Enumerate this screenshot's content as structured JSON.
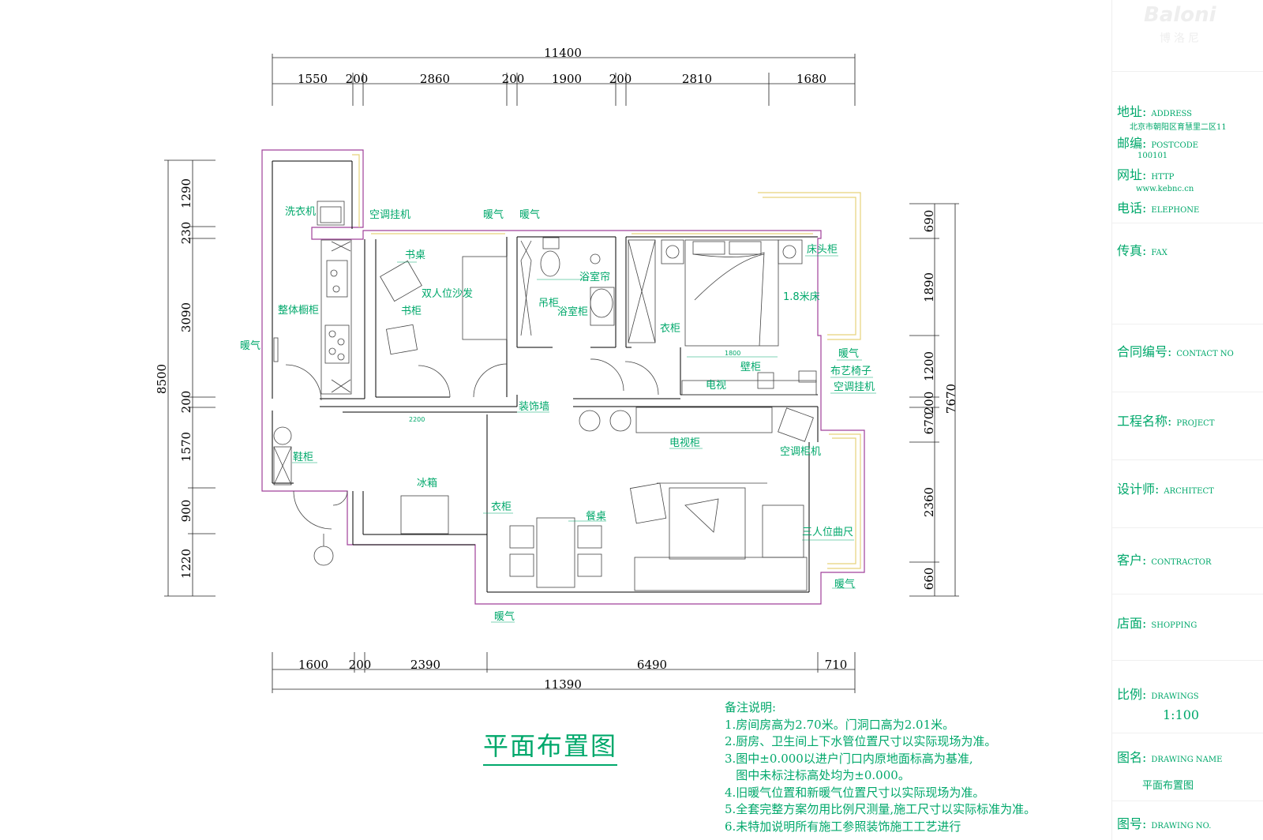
{
  "drawing": {
    "title": "平面布置图",
    "dims_top_total": "11400",
    "dims_top": [
      "1550",
      "200",
      "2860",
      "200",
      "1900",
      "200",
      "2810",
      "1680"
    ],
    "dims_bottom_total": "11390",
    "dims_bottom": [
      "1600",
      "200",
      "2390",
      "6490",
      "710"
    ],
    "dims_left_total": "8500",
    "dims_left": [
      "1290",
      "230",
      "3090",
      "200",
      "1570",
      "900",
      "1220"
    ],
    "dims_right_total": "7670",
    "dims_right": [
      "690",
      "1890",
      "1200",
      "200",
      "670",
      "2360",
      "660"
    ],
    "room_labels": {
      "washer": "洗衣机",
      "ac_hanger_1": "空调挂机",
      "heater_1": "暖气",
      "heater_2": "暖气",
      "desk": "书桌",
      "loveseat": "双人位沙发",
      "bookcase": "书柜",
      "kitchen_cabinet": "整体橱柜",
      "heater_left": "暖气",
      "shower_curtain": "浴室帘",
      "hanging_cabinet": "吊柜",
      "bath_cabinet": "浴室柜",
      "nightstand": "床头柜",
      "bed": "1.8米床",
      "wardrobe_1": "衣柜",
      "heater_right": "暖气",
      "fabric_chair": "布艺椅子",
      "ac_hanger_2": "空调挂机",
      "wall_cabinet": "壁柜",
      "tv": "电视",
      "deco_wall": "装饰墙",
      "tv_cabinet": "电视柜",
      "ac_cabinet": "空调柜机",
      "shoe_cabinet": "鞋柜",
      "fridge": "冰箱",
      "wardrobe_2": "衣柜",
      "dining_table": "餐桌",
      "sofa3": "三人位曲尺",
      "heater_br": "暖气",
      "heater_bottom": "暖气",
      "small_dim_2200": "2200",
      "small_dim_1800": "1800"
    }
  },
  "notes": {
    "title": "备注说明:",
    "lines": [
      "1.房间房高为2.70米。门洞口高为2.01米。",
      "2.厨房、卫生间上下水管位置尺寸以实际现场为准。",
      "3.图中±0.000以进户门口内原地面标高为基准,",
      "   图中未标注标高处均为±0.000。",
      "4.旧暖气位置和新暖气位置尺寸以实际现场为准。",
      "5.全套完整方案勿用比例尺测量,施工尺寸以实际标准为准。",
      "6.未特加说明所有施工参照装饰施工工艺进行"
    ]
  },
  "title_block": {
    "logo": "Baloni",
    "logo_sub": "博洛尼",
    "address_label": "地址:",
    "address_en": "ADDRESS",
    "address_value": "北京市朝阳区育慧里二区11",
    "postcode_label": "邮编:",
    "postcode_en": "POSTCODE",
    "postcode_value": "100101",
    "web_label": "网址:",
    "web_en": "HTTP",
    "web_value": "www.kebnc.cn",
    "phone_label": "电话:",
    "phone_en": "ELEPHONE",
    "fax_label": "传真:",
    "fax_en": "FAX",
    "contract_label": "合同编号:",
    "contract_en": "CONTACT NO",
    "project_label": "工程名称:",
    "project_en": "PROJECT",
    "designer_label": "设计师:",
    "designer_en": "ARCHITECT",
    "client_label": "客户:",
    "client_en": "CONTRACTOR",
    "shop_label": "店面:",
    "shop_en": "SHOPPING",
    "scale_label": "比例:",
    "scale_en": "DRAWINGS",
    "scale_value": "1:100",
    "drawing_name_label": "图名:",
    "drawing_name_en": "DRAWING NAME",
    "drawing_name_value": "平面布置图",
    "drawing_no_label": "图号:",
    "drawing_no_en": "DRAWING NO."
  }
}
